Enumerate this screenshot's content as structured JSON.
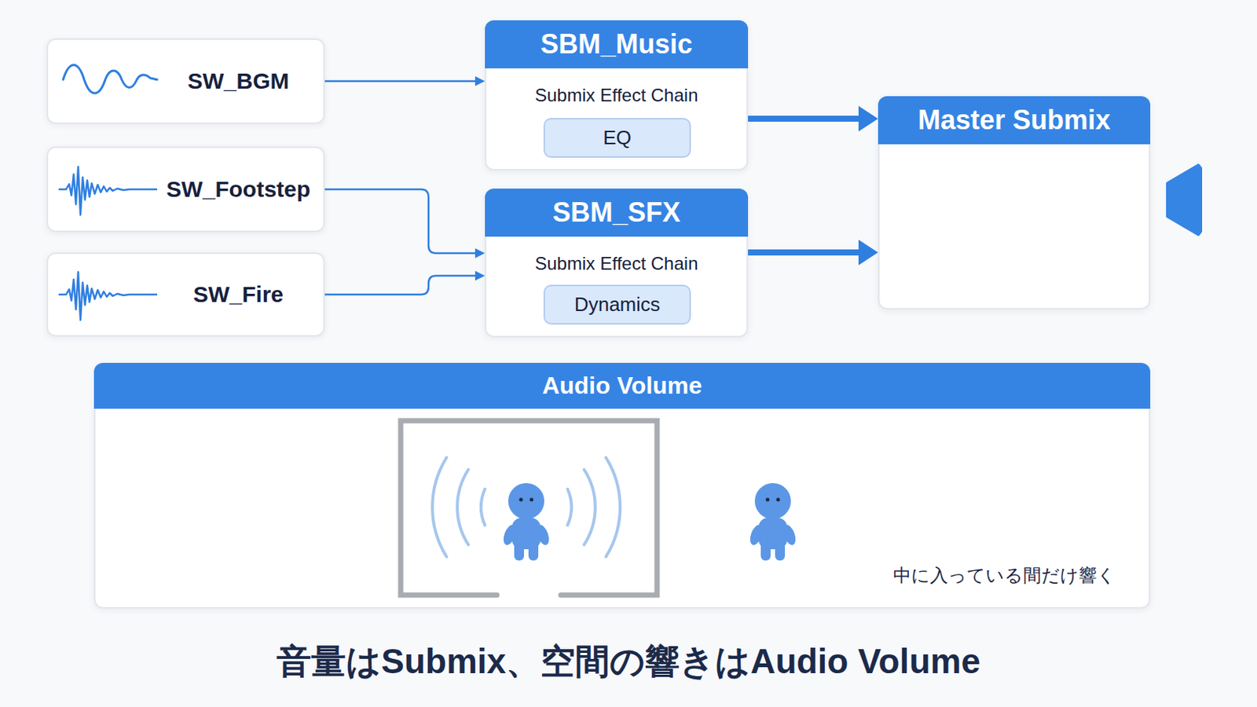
{
  "diagram": {
    "caption": "音量はSubmix、空間の響きはAudio Volume",
    "nodes": [
      {
        "text": [
          "SW_BGM"
        ]
      },
      {
        "text": [
          "SW_Footstep"
        ]
      },
      {
        "text": [
          "SW_Fire"
        ]
      },
      {
        "text": [
          "SBM_Music",
          "Submix Effect Chain"
        ]
      },
      {
        "text": [
          "EQ"
        ],
        "in": 3
      },
      {
        "text": [
          "SBM_SFX",
          "Submix Effect Chain"
        ]
      },
      {
        "text": [
          "Dynamics"
        ],
        "in": 5
      },
      {
        "text": [
          "Master Submix"
        ]
      },
      {
        "text": [
          "Audio Volume"
        ]
      }
    ],
    "edges": [
      {
        "from": 0,
        "to": 3,
        "arrow": "to"
      },
      {
        "from": 1,
        "to": 5,
        "arrow": "to"
      },
      {
        "from": 2,
        "to": 5,
        "arrow": "to"
      },
      {
        "from": 3,
        "to": 7,
        "arrow": "to"
      },
      {
        "from": 5,
        "to": 7,
        "arrow": "to"
      }
    ],
    "labels": [
      "中に入っている間だけ響く"
    ]
  }
}
